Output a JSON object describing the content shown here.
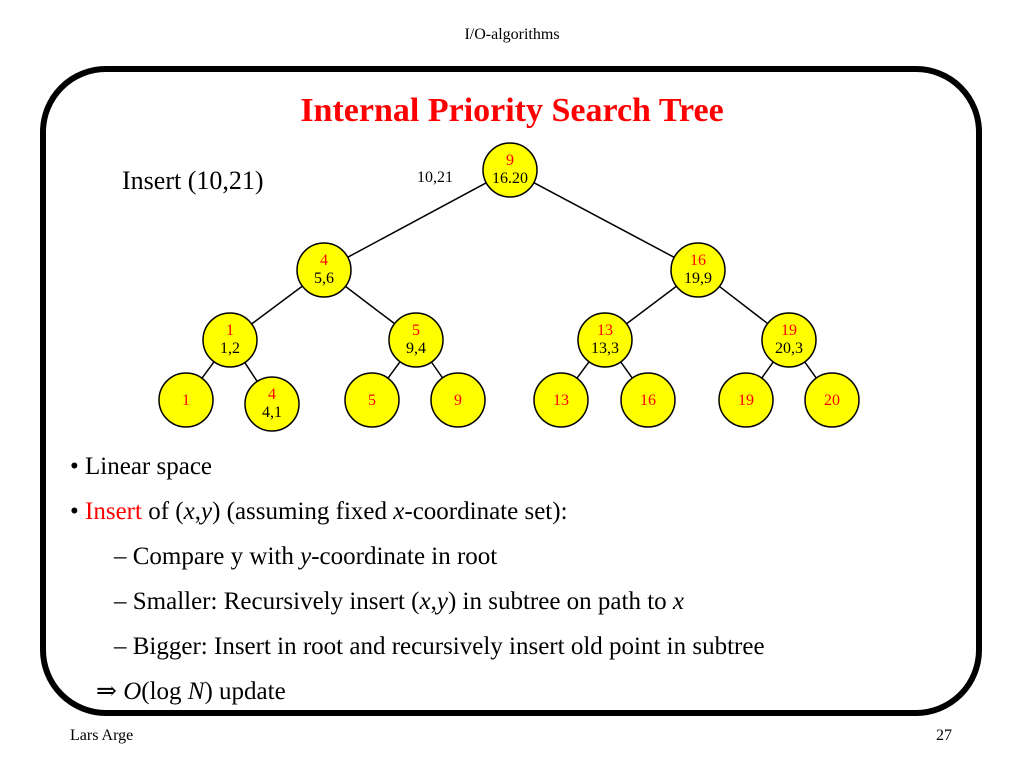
{
  "header": "I/O-algorithms",
  "title": "Internal Priority Search Tree",
  "insert_label": "Insert (10,21)",
  "pending_point": "10,21",
  "tree": {
    "nodes": [
      {
        "id": "root",
        "key": "9",
        "point": "16.20"
      },
      {
        "id": "l",
        "key": "4",
        "point": "5,6"
      },
      {
        "id": "r",
        "key": "16",
        "point": "19,9"
      },
      {
        "id": "ll",
        "key": "1",
        "point": "1,2"
      },
      {
        "id": "lr",
        "key": "5",
        "point": "9,4"
      },
      {
        "id": "rl",
        "key": "13",
        "point": "13,3"
      },
      {
        "id": "rr",
        "key": "19",
        "point": "20,3"
      },
      {
        "id": "leaf1",
        "key": "1",
        "point": ""
      },
      {
        "id": "leaf4",
        "key": "4",
        "point": "4,1"
      },
      {
        "id": "leaf5",
        "key": "5",
        "point": ""
      },
      {
        "id": "leaf9",
        "key": "9",
        "point": ""
      },
      {
        "id": "leaf13",
        "key": "13",
        "point": ""
      },
      {
        "id": "leaf16",
        "key": "16",
        "point": ""
      },
      {
        "id": "leaf19",
        "key": "19",
        "point": ""
      },
      {
        "id": "leaf20",
        "key": "20",
        "point": ""
      }
    ],
    "edges": [
      [
        "root",
        "l"
      ],
      [
        "root",
        "r"
      ],
      [
        "l",
        "ll"
      ],
      [
        "l",
        "lr"
      ],
      [
        "r",
        "rl"
      ],
      [
        "r",
        "rr"
      ],
      [
        "ll",
        "leaf1"
      ],
      [
        "ll",
        "leaf4"
      ],
      [
        "lr",
        "leaf5"
      ],
      [
        "lr",
        "leaf9"
      ],
      [
        "rl",
        "leaf13"
      ],
      [
        "rl",
        "leaf16"
      ],
      [
        "rr",
        "leaf19"
      ],
      [
        "rr",
        "leaf20"
      ]
    ],
    "node_fill": "#ffff00",
    "key_color": "#ff0000"
  },
  "bullets": {
    "b1": "Linear space",
    "b2_red": "Insert",
    "b2_pre": " of (",
    "b2_x": "x",
    "b2_comma": ",",
    "b2_y": "y",
    "b2_mid": ") (assuming fixed ",
    "b2_x2": "x",
    "b2_end": "-coordinate set):",
    "s1_pre": "– Compare y with ",
    "s1_y": "y",
    "s1_end": "-coordinate in root",
    "s2_pre": "– Smaller: Recursively insert (",
    "s2_x": "x",
    "s2_comma": ",",
    "s2_y": "y",
    "s2_mid": ") in subtree on path to ",
    "s2_x2": "x",
    "s3": "– Bigger: Insert in root and recursively insert old point in subtree",
    "c_arrow": "⇒ ",
    "c_O": "O",
    "c_mid": "(log ",
    "c_N": "N",
    "c_end": ") update"
  },
  "footer": {
    "author": "Lars Arge",
    "page": "27"
  }
}
